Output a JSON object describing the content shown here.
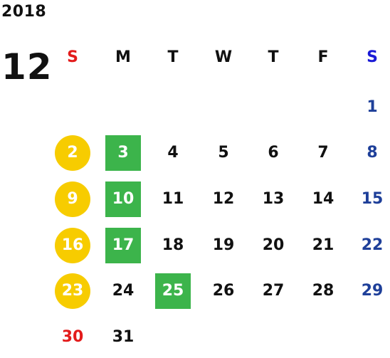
{
  "calendar": {
    "year": "2018",
    "month": "12",
    "weekdays": [
      {
        "label": "S",
        "color": "#e31b1b"
      },
      {
        "label": "M",
        "color": "#111111"
      },
      {
        "label": "T",
        "color": "#111111"
      },
      {
        "label": "W",
        "color": "#111111"
      },
      {
        "label": "T",
        "color": "#111111"
      },
      {
        "label": "F",
        "color": "#111111"
      },
      {
        "label": "S",
        "color": "#1a1ad6"
      }
    ],
    "days": [
      {
        "day": "1",
        "col": 6,
        "row": 0,
        "color": "#1e3f99"
      },
      {
        "day": "2",
        "col": 0,
        "row": 1,
        "mark": "circle",
        "mark_color": "#f7cc00"
      },
      {
        "day": "3",
        "col": 1,
        "row": 1,
        "mark": "square",
        "mark_color": "#3cb44b"
      },
      {
        "day": "4",
        "col": 2,
        "row": 1
      },
      {
        "day": "5",
        "col": 3,
        "row": 1
      },
      {
        "day": "6",
        "col": 4,
        "row": 1
      },
      {
        "day": "7",
        "col": 5,
        "row": 1
      },
      {
        "day": "8",
        "col": 6,
        "row": 1,
        "color": "#1e3f99"
      },
      {
        "day": "9",
        "col": 0,
        "row": 2,
        "mark": "circle",
        "mark_color": "#f7cc00"
      },
      {
        "day": "10",
        "col": 1,
        "row": 2,
        "mark": "square",
        "mark_color": "#3cb44b"
      },
      {
        "day": "11",
        "col": 2,
        "row": 2
      },
      {
        "day": "12",
        "col": 3,
        "row": 2
      },
      {
        "day": "13",
        "col": 4,
        "row": 2
      },
      {
        "day": "14",
        "col": 5,
        "row": 2
      },
      {
        "day": "15",
        "col": 6,
        "row": 2,
        "color": "#1e3f99"
      },
      {
        "day": "16",
        "col": 0,
        "row": 3,
        "mark": "circle",
        "mark_color": "#f7cc00"
      },
      {
        "day": "17",
        "col": 1,
        "row": 3,
        "mark": "square",
        "mark_color": "#3cb44b"
      },
      {
        "day": "18",
        "col": 2,
        "row": 3
      },
      {
        "day": "19",
        "col": 3,
        "row": 3
      },
      {
        "day": "20",
        "col": 4,
        "row": 3
      },
      {
        "day": "21",
        "col": 5,
        "row": 3
      },
      {
        "day": "22",
        "col": 6,
        "row": 3,
        "color": "#1e3f99"
      },
      {
        "day": "23",
        "col": 0,
        "row": 4,
        "mark": "circle",
        "mark_color": "#f7cc00"
      },
      {
        "day": "24",
        "col": 1,
        "row": 4
      },
      {
        "day": "25",
        "col": 2,
        "row": 4,
        "mark": "square",
        "mark_color": "#3cb44b"
      },
      {
        "day": "26",
        "col": 3,
        "row": 4
      },
      {
        "day": "27",
        "col": 4,
        "row": 4
      },
      {
        "day": "28",
        "col": 5,
        "row": 4
      },
      {
        "day": "29",
        "col": 6,
        "row": 4,
        "color": "#1e3f99"
      },
      {
        "day": "30",
        "col": 0,
        "row": 5,
        "color": "#e31b1b"
      },
      {
        "day": "31",
        "col": 1,
        "row": 5
      }
    ]
  }
}
